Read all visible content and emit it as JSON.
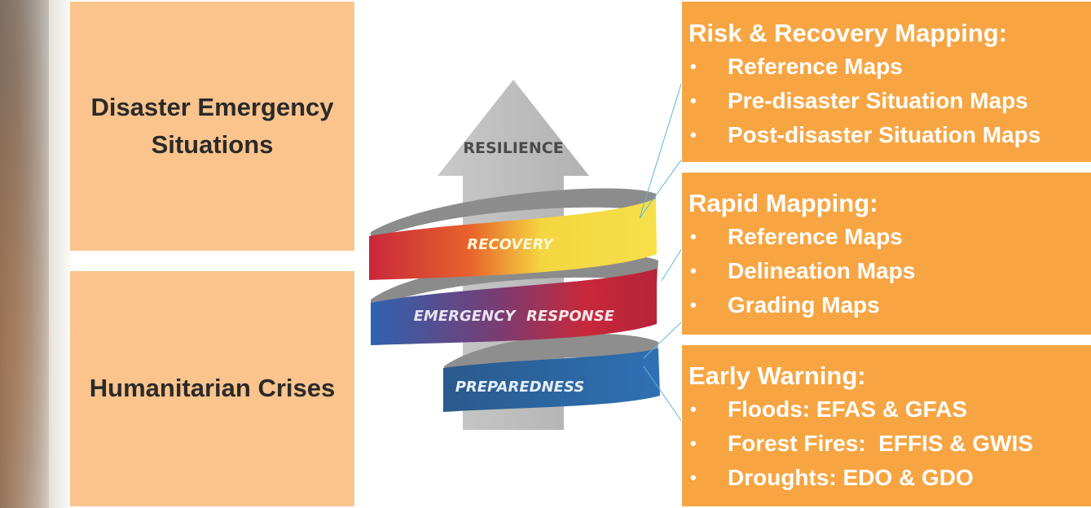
{
  "left_boxes": {
    "disaster_line1": "Disaster Emergency",
    "disaster_line2": "Situations",
    "humanitarian": "Humanitarian Crises"
  },
  "diagram": {
    "arrow_label": "RESILIENCE",
    "recovery": "RECOVERY",
    "emergency": "EMERGENCY",
    "response": "RESPONSE",
    "preparedness": "PREPAREDNESS"
  },
  "colors": {
    "left_box": "#fbc48d",
    "right_box": "#f7a542",
    "arrow": "#bcbcbc",
    "recovery": "#f4d640",
    "emergency": "#c8283a",
    "preparedness": "#2f6fb2"
  },
  "right_boxes": {
    "risk": {
      "title": "Risk & Recovery Mapping:",
      "items": [
        "Reference Maps",
        "Pre-disaster Situation Maps",
        "Post-disaster Situation Maps"
      ]
    },
    "rapid": {
      "title": "Rapid Mapping:",
      "items": [
        "Reference Maps",
        "Delineation Maps",
        "Grading Maps"
      ]
    },
    "early": {
      "title": "Early Warning:",
      "items": [
        "Floods: EFAS & GFAS",
        "Forest Fires:  EFFIS & GWIS",
        "Droughts: EDO & GDO"
      ]
    }
  },
  "bullet": "•"
}
